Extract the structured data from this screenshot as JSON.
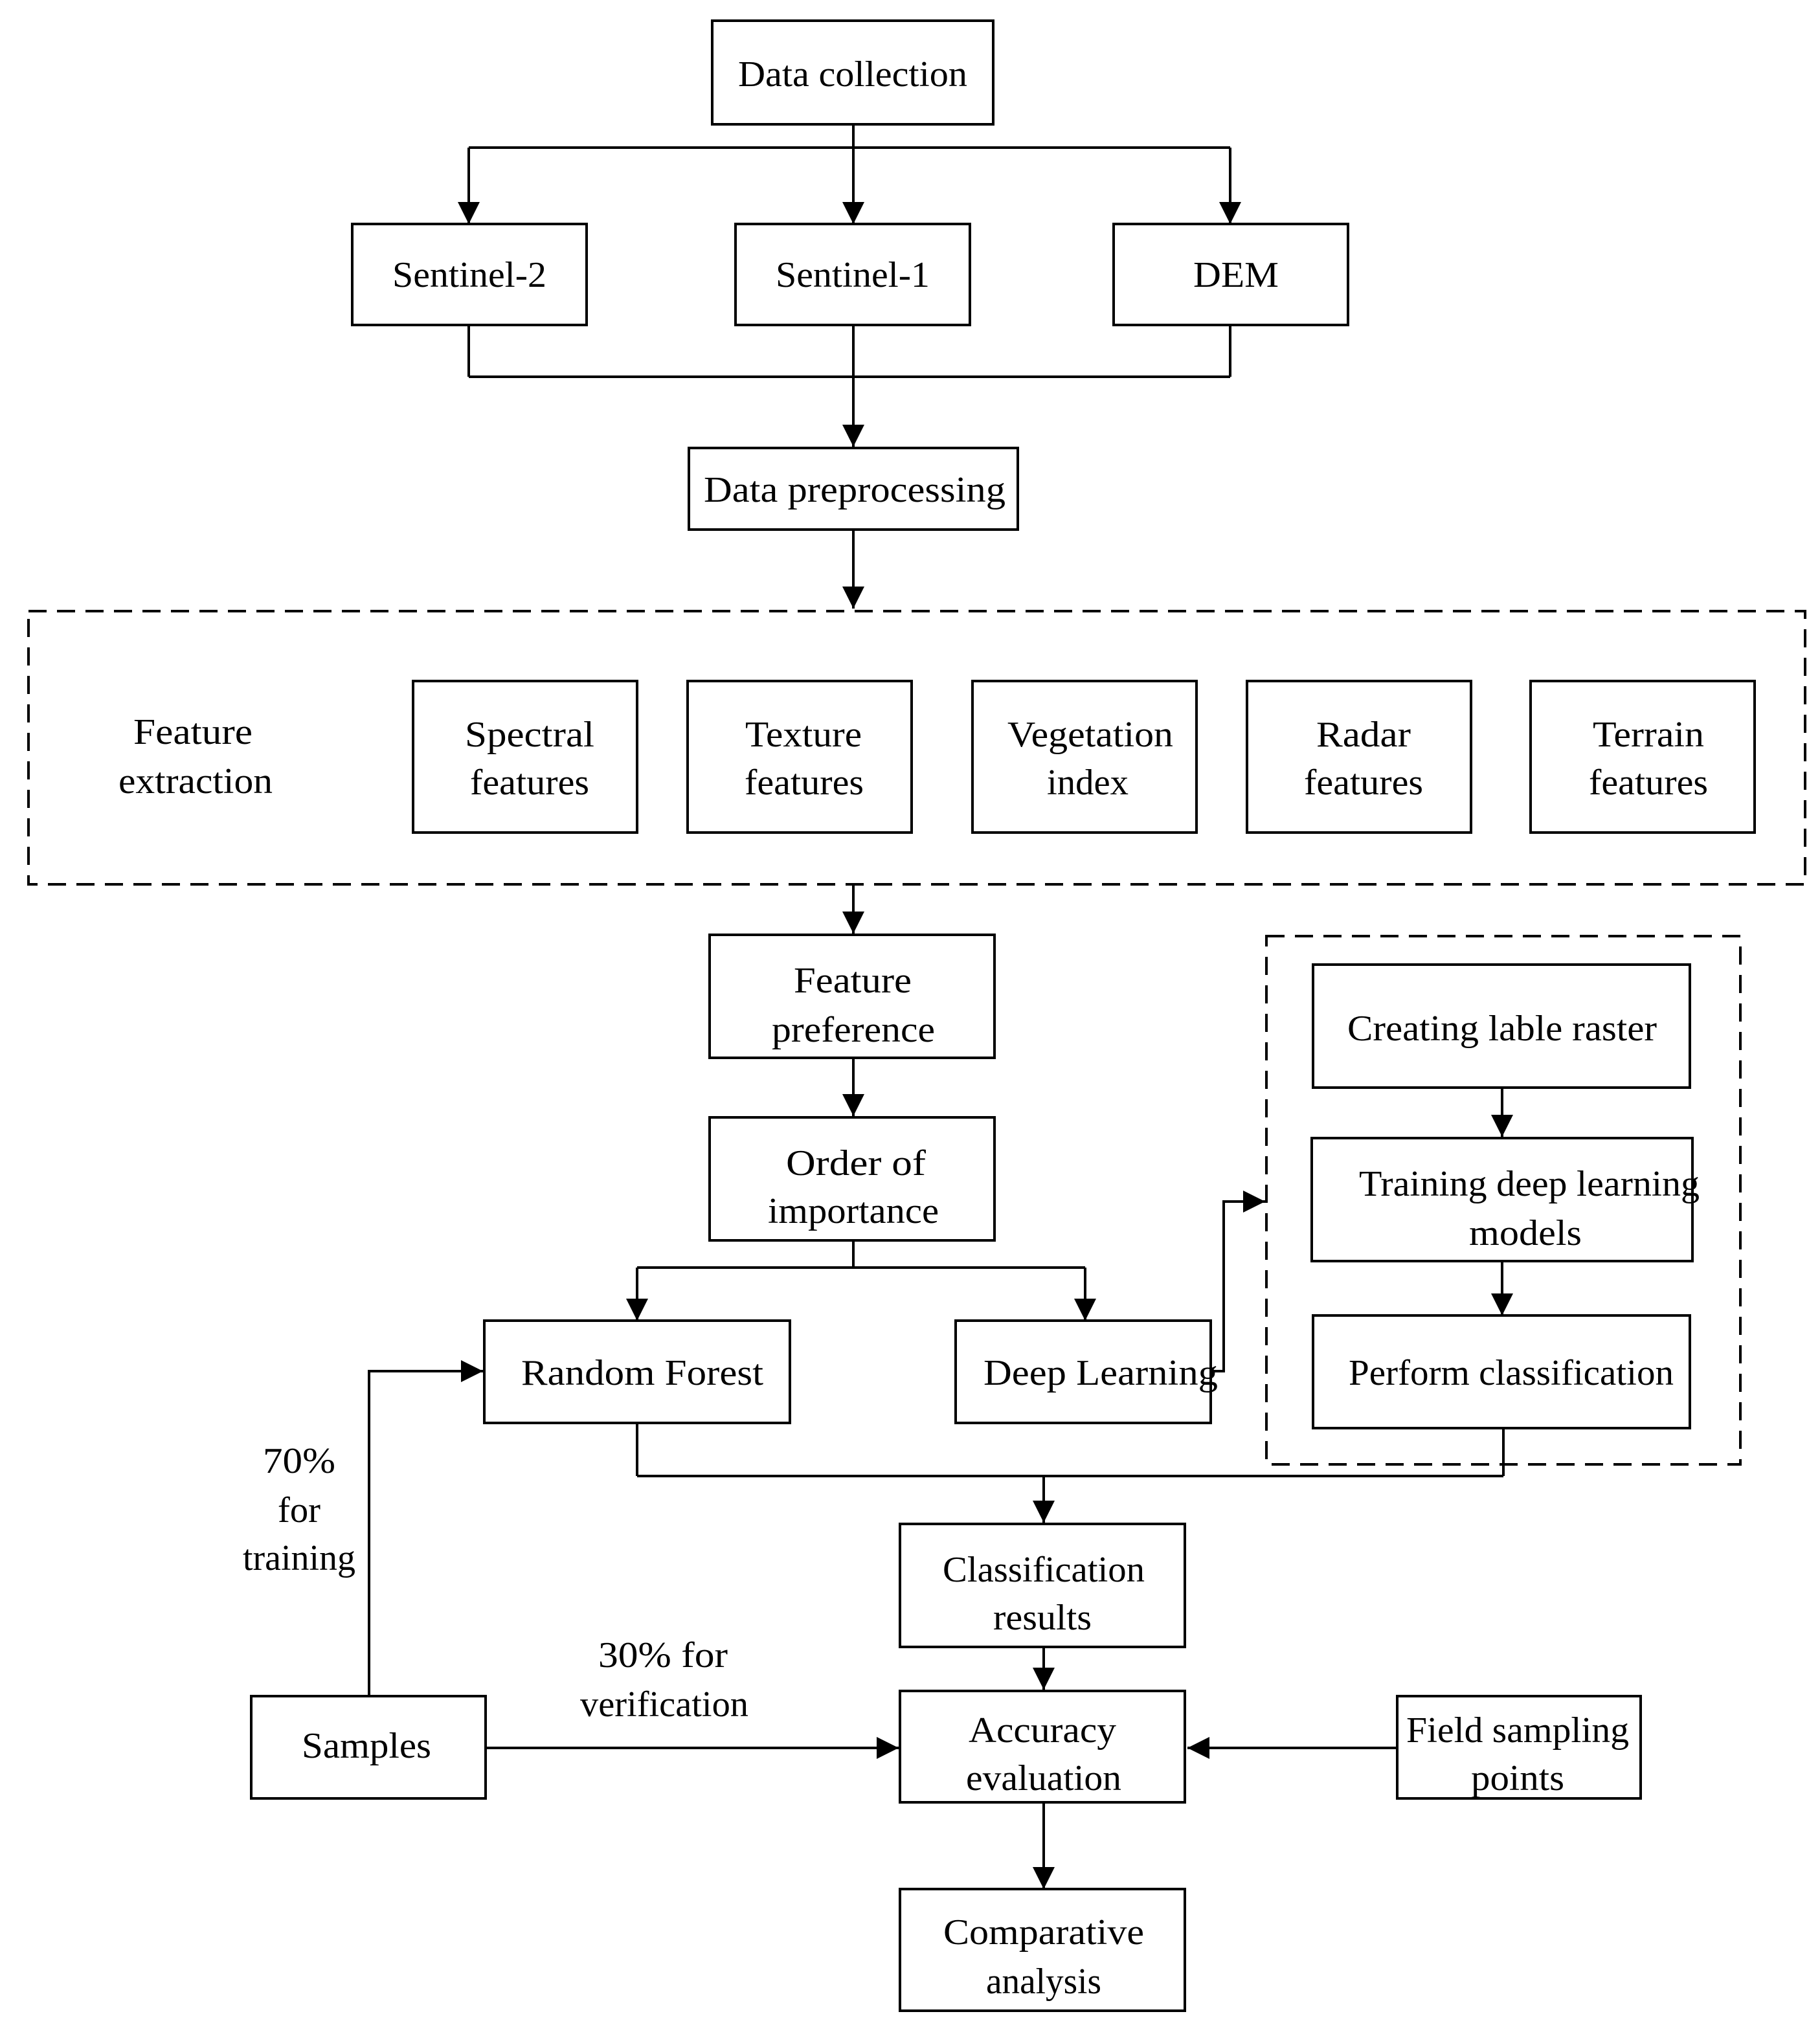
{
  "nodes": {
    "data_collection": [
      "Data collection"
    ],
    "sentinel2": [
      "Sentinel-2"
    ],
    "sentinel1": [
      "Sentinel-1"
    ],
    "dem": [
      "DEM"
    ],
    "data_preprocessing": [
      "Data preprocessing"
    ],
    "feature_extraction": [
      "Feature",
      "extraction"
    ],
    "spectral_features": [
      "Spectral",
      "features"
    ],
    "texture_features": [
      "Texture",
      "features"
    ],
    "vegetation_index": [
      "Vegetation",
      "index"
    ],
    "radar_features": [
      "Radar",
      "features"
    ],
    "terrain_features": [
      "Terrain",
      "features"
    ],
    "feature_preference": [
      "Feature",
      "preference"
    ],
    "order_of_importance": [
      "Order of",
      "importance"
    ],
    "random_forest": [
      "Random Forest"
    ],
    "deep_learning": [
      "Deep Learning"
    ],
    "creating_label_raster": [
      "Creating lable raster"
    ],
    "training_models": [
      "Training deep learning",
      "models"
    ],
    "perform_classification": [
      "Perform classification"
    ],
    "classification_results": [
      "Classification",
      "results"
    ],
    "samples": [
      "Samples"
    ],
    "accuracy_evaluation": [
      "Accuracy",
      "evaluation"
    ],
    "field_sampling_points": [
      "Field sampling",
      "points"
    ],
    "comparative_analysis": [
      "Comparative",
      "analysis"
    ]
  },
  "edge_labels": {
    "training_split": [
      "70%",
      "for",
      "training"
    ],
    "verification_split": [
      "30% for",
      "verification"
    ]
  }
}
